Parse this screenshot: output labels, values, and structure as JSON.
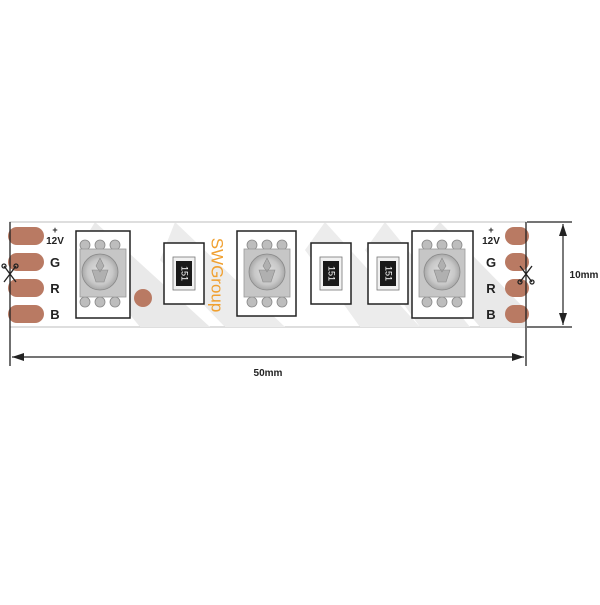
{
  "strip": {
    "brand": "SWGroup",
    "resistor_code": "151",
    "pads": {
      "plus": "+",
      "voltage": "12V",
      "g": "G",
      "r": "R",
      "b": "B"
    }
  },
  "dimensions": {
    "width_label": "50mm",
    "height_label": "10mm"
  },
  "colors": {
    "copper_pad": "#b97a63",
    "strip_body": "#ffffff",
    "shadow": "#e6e6e6",
    "brand": "#f0a030"
  }
}
